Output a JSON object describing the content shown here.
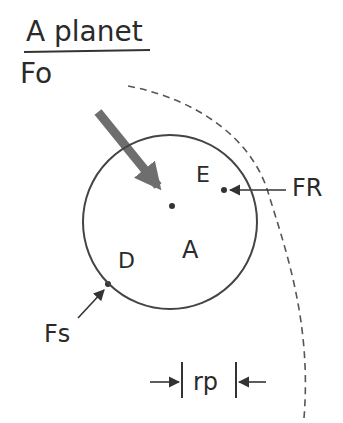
{
  "diagram": {
    "title": "A planet",
    "nodes": [
      {
        "text": [
          "A"
        ]
      }
    ],
    "labels": [
      "Fo",
      "E",
      "FR",
      "D",
      "Fs",
      "rp"
    ]
  }
}
